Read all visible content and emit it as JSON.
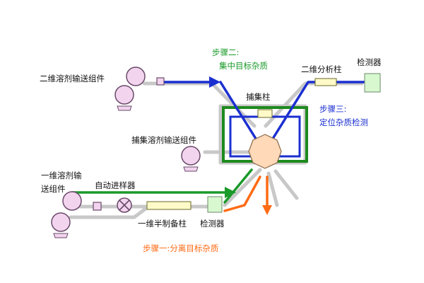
{
  "colors": {
    "green": "#1a9a2a",
    "green_line": "#1e8a1e",
    "blue": "#1b2fd0",
    "orange": "#ff6a14",
    "gray": "#c8c8c8",
    "pump": "#f2d4ee",
    "pump_stroke": "#6a4a6a",
    "column_fill": "#fffac8",
    "detector_fill": "#d8f8d0",
    "valve_fill": "#ffd9b8"
  },
  "labels": {
    "pump_2d": "二维溶剂输送组件",
    "step2_line1": "步骤二:",
    "step2_line2": "集中目标杂质",
    "analysis_column": "二维分析柱",
    "detector_2d": "检测器",
    "trap_column": "捕集柱",
    "step3_line1": "步骤三:",
    "step3_line2": "定位杂质检测",
    "trap_pump": "捕集溶剂输送组件",
    "pump_1d_line1": "一维溶剂输",
    "pump_1d_line2": "送组件",
    "autosampler": "自动进样器",
    "prep_column": "一维半制备柱",
    "detector_1d": "检测器",
    "step1": "步骤一:分离目标杂质"
  }
}
